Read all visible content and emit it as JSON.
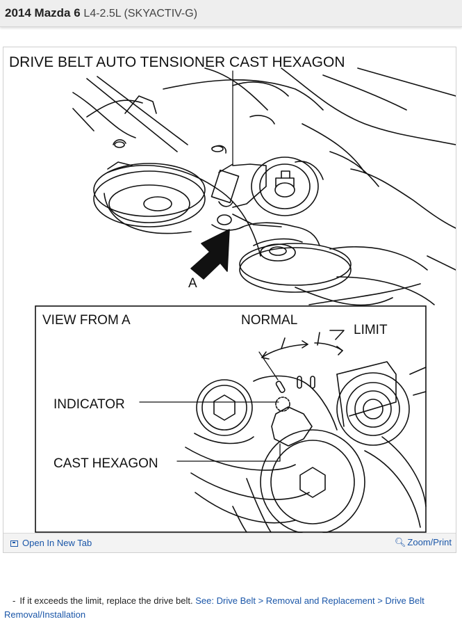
{
  "header": {
    "vehicle": "2014 Mazda 6",
    "engine": "L4-2.5L (SKYACTIV-G)"
  },
  "diagram": {
    "title_label": "DRIVE BELT AUTO TENSIONER CAST HEXAGON",
    "view_arrow_label": "A",
    "inset": {
      "heading": "VIEW FROM A",
      "normal_label": "NORMAL",
      "limit_label": "LIMIT",
      "indicator_label": "INDICATOR",
      "cast_hexagon_label": "CAST HEXAGON"
    }
  },
  "footer": {
    "open_tab_label": "Open In New Tab",
    "zoom_label": "Zoom/Print"
  },
  "note": {
    "bullet": "-",
    "text": "If it exceeds the limit, replace the drive belt.",
    "link_text": "See: Drive Belt > Removal and Replacement > Drive Belt Removal/Installation"
  }
}
